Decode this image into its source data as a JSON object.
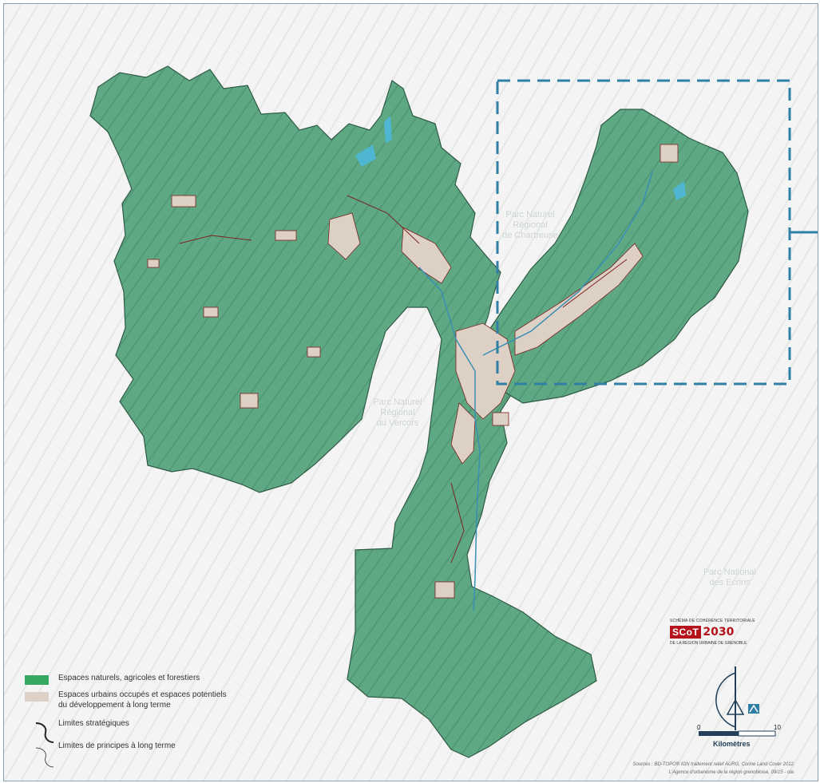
{
  "parks": {
    "chartreuse": [
      "Parc Naturel",
      "Régional",
      "de Chartreuse"
    ],
    "vercors": [
      "Parc Naturel",
      "Régional",
      "du Vercors"
    ],
    "ecrins": [
      "Parc National",
      "des Ecrins"
    ]
  },
  "legend": {
    "natural": "Espaces naturels, agricoles  et forestiers",
    "urban_line1": "Espaces urbains occupés et espaces potentiels",
    "urban_line2": "du développement à long terme",
    "strategic": "Limites stratégiques",
    "longterm": "Limites de principes à long terme"
  },
  "logo": {
    "top": "SCHÉMA DE COHÉRENCE TERRITORIALE",
    "word": "SCoT",
    "year": "2030",
    "bottom": "DE LA RÉGION URBAINE DE GRENOBLE"
  },
  "scale": {
    "zero": "0",
    "ten": "10",
    "unit": "Kilomètres"
  },
  "sources": {
    "line1": "Sources : BD-TOPO® IGN traitement relief AURG, Corine Land Cover 2012",
    "line2": "L'Agence d'urbanisme de la région grenobloise, 09/15 - ola"
  },
  "colors": {
    "territory": "#5fa884",
    "urban": "#ddd0c4",
    "inset": "#2f7fa6",
    "water": "#4fb6d2",
    "limit_red": "#7a2420"
  }
}
